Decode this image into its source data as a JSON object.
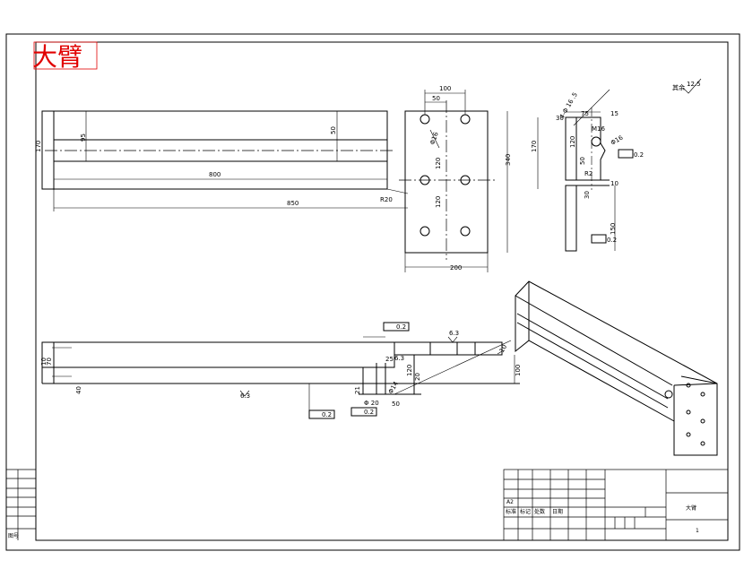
{
  "title": "大臂",
  "colors": {
    "title": "#e10000",
    "line": "#000000",
    "paper": "#ffffff"
  },
  "front_view": {
    "dims": [
      "95",
      "50",
      "800",
      "850",
      "R20"
    ],
    "left_dim": "170"
  },
  "end_view": {
    "dims": [
      "100",
      "50",
      "Φ16",
      "120",
      "120",
      "340",
      "200"
    ]
  },
  "side_view": {
    "dims": [
      "75",
      "30",
      "15",
      "170",
      "50",
      "120",
      "Φ16",
      "10",
      "30",
      "150",
      "4-Φ 16 .5",
      "M16",
      "R2"
    ],
    "tolerance": "0.2"
  },
  "bottom_view": {
    "dims": [
      "10",
      "70",
      "40",
      "6.3",
      "6.3",
      "25",
      "6.3",
      "Φ14",
      "21",
      "120",
      "50",
      "Φ 20",
      "20",
      "100",
      "10"
    ],
    "tolerances": [
      "0.2",
      "0.2",
      "0.2"
    ]
  },
  "surface_note": {
    "prefix": "其余",
    "value": "12.5"
  },
  "title_block": {
    "name": "大臂",
    "scale": "1",
    "sheet_size": "A2",
    "labels": [
      "标准",
      "标记",
      "处数",
      "日期"
    ]
  },
  "left_block": {
    "label": "图号"
  }
}
